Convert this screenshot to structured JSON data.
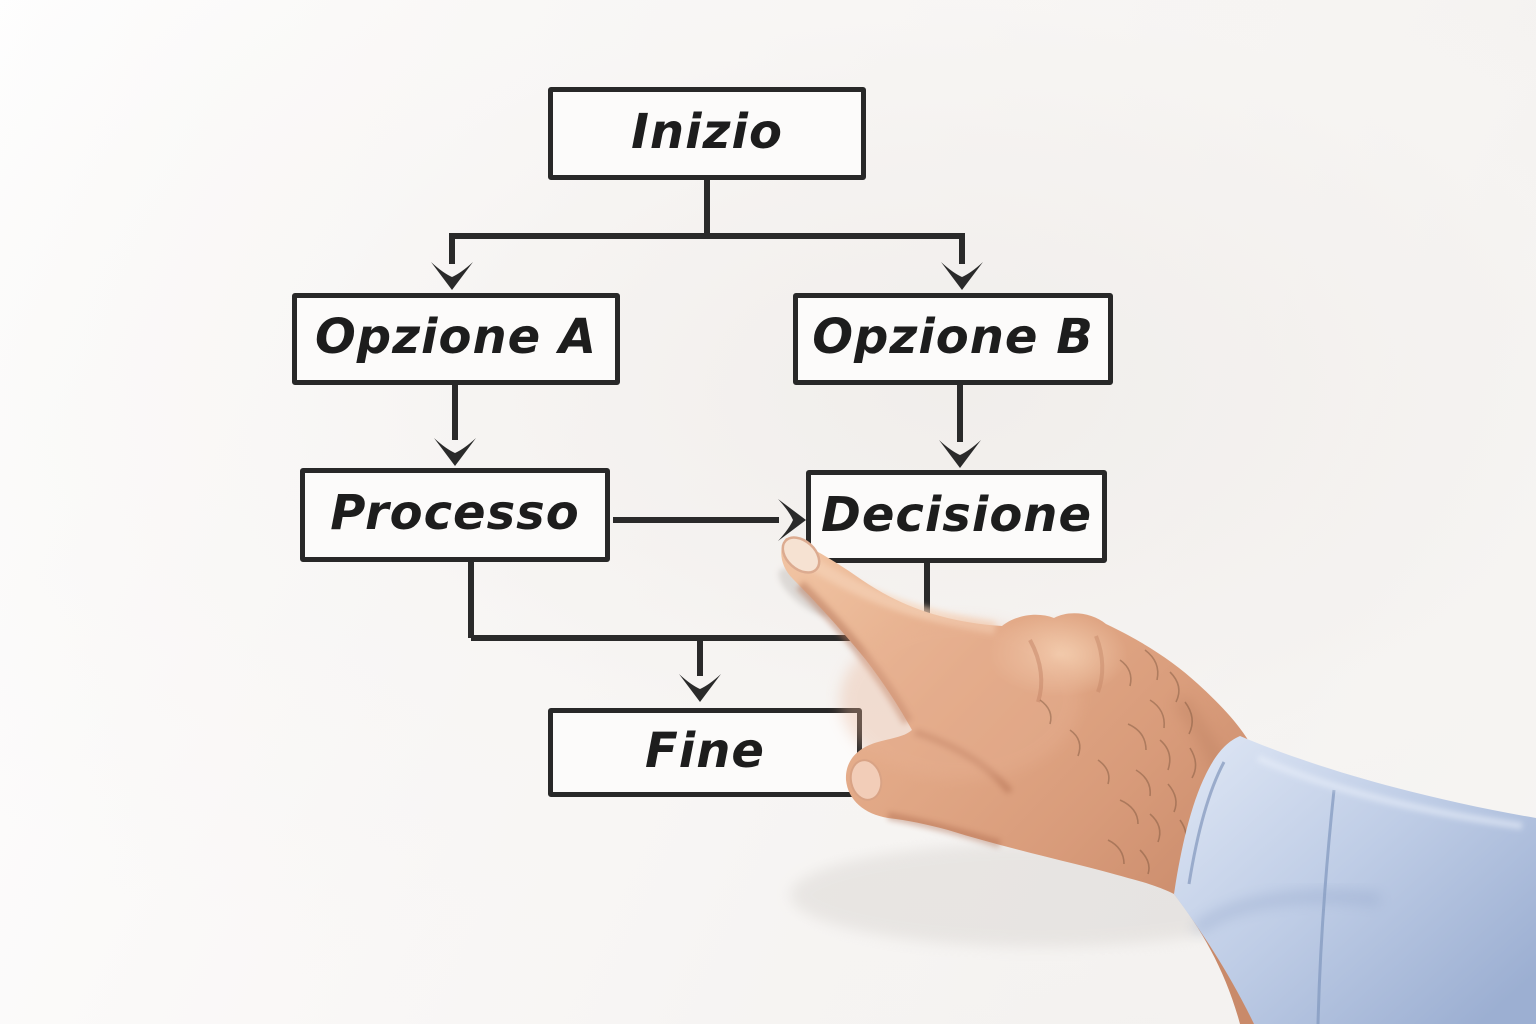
{
  "diagram": {
    "type": "flowchart",
    "language": "Italian",
    "nodes": [
      {
        "id": "inizio",
        "label": "Inizio"
      },
      {
        "id": "opzione_a",
        "label": "Opzione A"
      },
      {
        "id": "opzione_b",
        "label": "Opzione B"
      },
      {
        "id": "processo",
        "label": "Processo"
      },
      {
        "id": "decisione",
        "label": "Decisione"
      },
      {
        "id": "fine",
        "label": "Fine"
      }
    ],
    "edges": [
      {
        "from": "Inizio",
        "to": "Opzione A",
        "arrow": true
      },
      {
        "from": "Inizio",
        "to": "Opzione B",
        "arrow": true
      },
      {
        "from": "Opzione A",
        "to": "Processo",
        "arrow": true
      },
      {
        "from": "Opzione B",
        "to": "Decisione",
        "arrow": true
      },
      {
        "from": "Processo",
        "to": "Decisione",
        "arrow": true
      },
      {
        "from": "Processo",
        "to": "Fine",
        "arrow": true
      },
      {
        "from": "Decisione",
        "to": "Fine",
        "arrow": true
      }
    ],
    "colors": {
      "line": "#2a2a2a",
      "node_fill": "#fcfbfa",
      "board": "#f6f4f2",
      "text": "#1d1d1d",
      "skin": "#dfa184",
      "sleeve": "#bfcde6"
    }
  },
  "photo": {
    "subject": "right hand with extended index finger",
    "pointing_at": "arrow between Processo and Decisione",
    "sleeve": "light blue shirt cuff at bottom right"
  }
}
